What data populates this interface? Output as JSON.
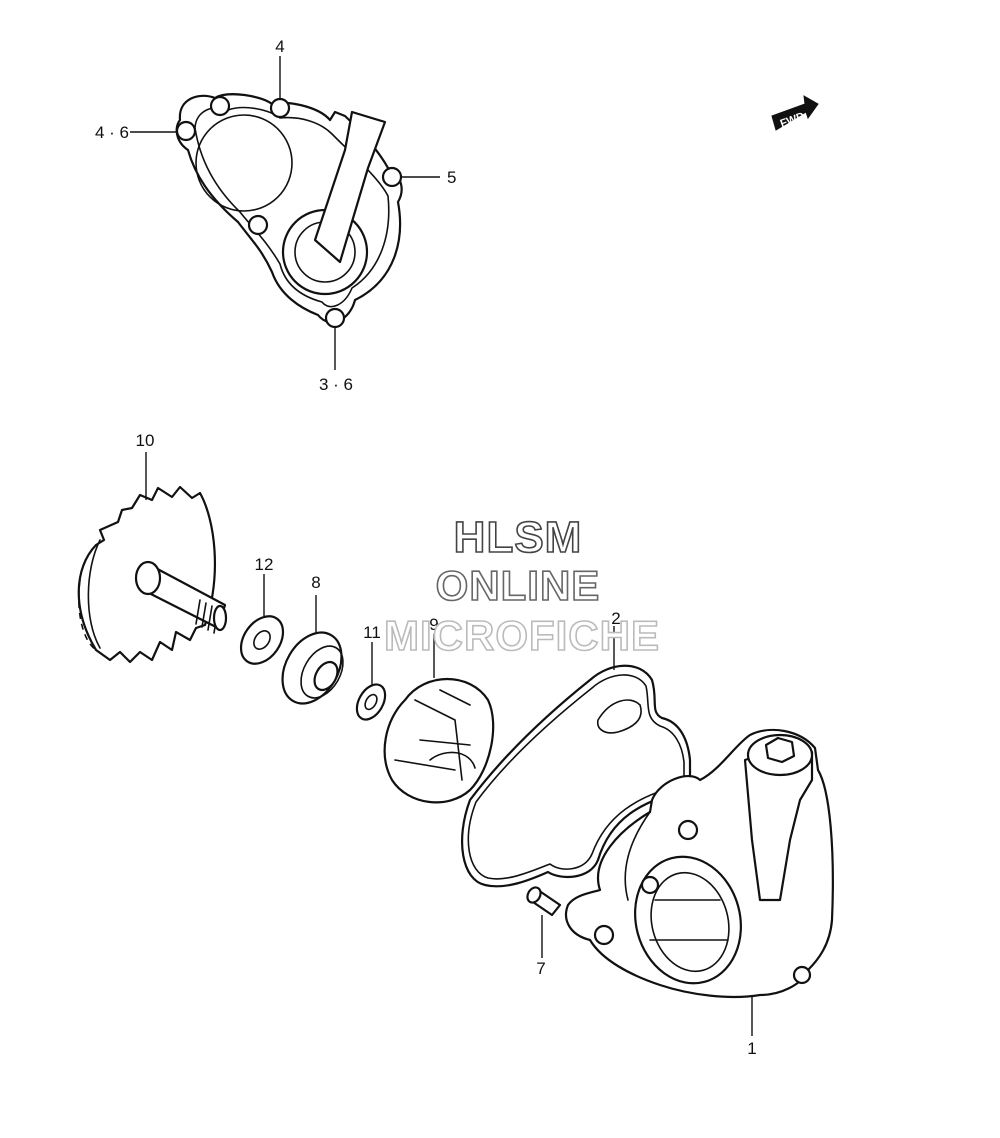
{
  "callouts": {
    "c1": "1",
    "c2": "2",
    "c3_6": "3 · 6",
    "c4": "4",
    "c4_6": "4 · 6",
    "c5": "5",
    "c7": "7",
    "c8": "8",
    "c9": "9",
    "c10": "10",
    "c11": "11",
    "c12": "12"
  },
  "watermark": {
    "line1": "HLSM",
    "line2": "ONLINE",
    "line3": "MICROFICHE"
  },
  "direction_badge": "FWD",
  "colors": {
    "line": "#111111",
    "background": "#ffffff",
    "watermark_outline": "#555555"
  }
}
